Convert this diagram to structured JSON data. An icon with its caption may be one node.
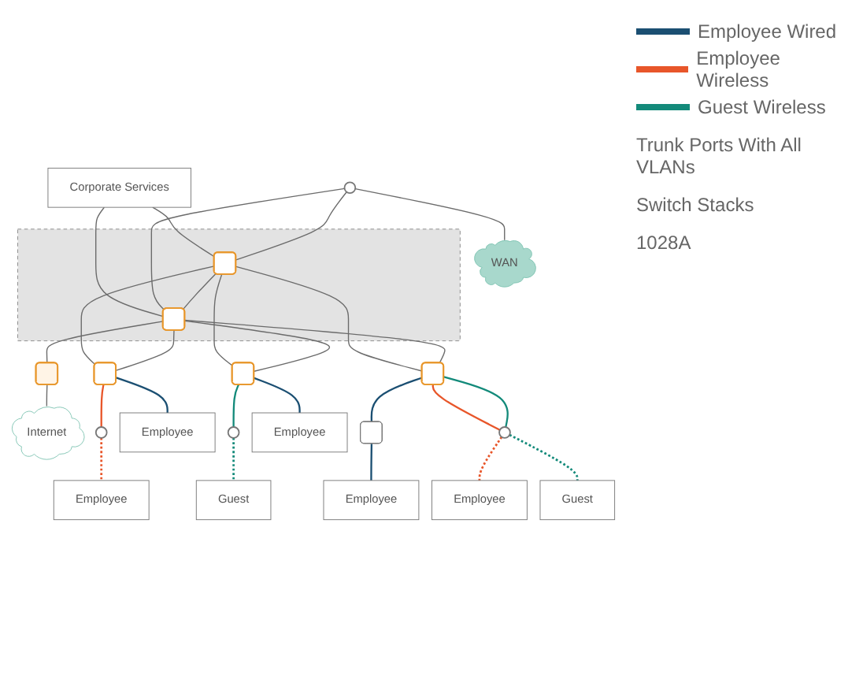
{
  "diagram": {
    "nodes": [
      {
        "text": [
          "Corporate Services"
        ]
      },
      {
        "text": [],
        "shape": "circle"
      },
      {
        "text": [
          "WAN"
        ]
      },
      {
        "text": [],
        "shape": "box"
      },
      {
        "text": [],
        "shape": "box",
        "in": 3
      },
      {
        "text": [],
        "shape": "box",
        "in": 3
      },
      {
        "text": [],
        "shape": "box"
      },
      {
        "text": [
          "Internet"
        ]
      },
      {
        "text": [],
        "shape": "box"
      },
      {
        "text": [],
        "shape": "box"
      },
      {
        "text": [],
        "shape": "box"
      },
      {
        "text": [],
        "shape": "circle"
      },
      {
        "text": [
          "Employee"
        ]
      },
      {
        "text": [
          "Employee"
        ]
      },
      {
        "text": [],
        "shape": "circle"
      },
      {
        "text": [
          "Employee"
        ]
      },
      {
        "text": [
          "Guest"
        ]
      },
      {
        "text": [],
        "shape": "box"
      },
      {
        "text": [
          "Employee"
        ]
      },
      {
        "text": [],
        "shape": "circle"
      },
      {
        "text": [
          "Employee"
        ]
      },
      {
        "text": [
          "Guest"
        ]
      }
    ],
    "edges": [
      {
        "from": 0,
        "to": 4,
        "arrow": "none"
      },
      {
        "from": 0,
        "to": 5,
        "arrow": "none"
      },
      {
        "from": 1,
        "to": 4,
        "arrow": "none"
      },
      {
        "from": 1,
        "to": 5,
        "arrow": "none"
      },
      {
        "from": 1,
        "to": 2,
        "arrow": "none"
      },
      {
        "from": 4,
        "to": 5,
        "arrow": "none"
      },
      {
        "from": 5,
        "to": 6,
        "arrow": "none"
      },
      {
        "from": 6,
        "to": 7,
        "arrow": "none"
      },
      {
        "from": 4,
        "to": 8,
        "arrow": "none"
      },
      {
        "from": 4,
        "to": 9,
        "arrow": "none"
      },
      {
        "from": 4,
        "to": 10,
        "arrow": "none"
      },
      {
        "from": 5,
        "to": 8,
        "arrow": "none"
      },
      {
        "from": 5,
        "to": 9,
        "arrow": "none"
      },
      {
        "from": 5,
        "to": 10,
        "arrow": "none"
      },
      {
        "from": 8,
        "to": 11,
        "arrow": "none",
        "color": "#e8562a"
      },
      {
        "from": 8,
        "to": 12,
        "arrow": "none",
        "color": "#1b4f72"
      },
      {
        "from": 11,
        "to": 13,
        "arrow": "none",
        "style": "dashed",
        "color": "#e8562a"
      },
      {
        "from": 9,
        "to": 14,
        "arrow": "none",
        "color": "#138a7a"
      },
      {
        "from": 9,
        "to": 15,
        "arrow": "none",
        "color": "#1b4f72"
      },
      {
        "from": 14,
        "to": 16,
        "arrow": "none",
        "style": "dashed",
        "color": "#138a7a"
      },
      {
        "from": 10,
        "to": 17,
        "arrow": "none",
        "color": "#1b4f72"
      },
      {
        "from": 17,
        "to": 18,
        "arrow": "none",
        "color": "#1b4f72"
      },
      {
        "from": 10,
        "to": 19,
        "arrow": "none",
        "color": "#e8562a"
      },
      {
        "from": 10,
        "to": 19,
        "arrow": "none",
        "color": "#138a7a"
      },
      {
        "from": 19,
        "to": 20,
        "arrow": "none",
        "style": "dashed",
        "color": "#e8562a"
      },
      {
        "from": 19,
        "to": 21,
        "arrow": "none",
        "style": "dashed",
        "color": "#138a7a"
      }
    ],
    "labels": [
      "Trunk Ports With All VLANs",
      "Switch Stacks",
      "1028A"
    ],
    "legend": [
      {
        "text": "Employee Wired",
        "color": "#1b4f72"
      },
      {
        "text": "Employee Wireless",
        "color": "#e8562a"
      },
      {
        "text": "Guest Wireless",
        "color": "#138a7a"
      }
    ]
  }
}
